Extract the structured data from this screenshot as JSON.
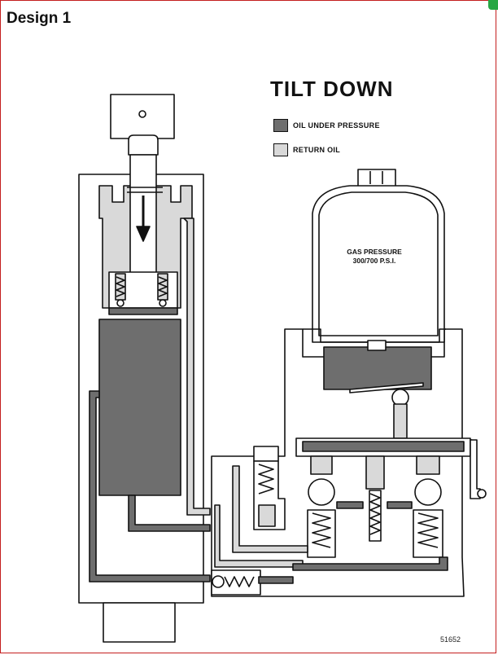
{
  "design_title": "Design 1",
  "main_title": "TILT DOWN",
  "legend": [
    {
      "label": "OIL UNDER PRESSURE",
      "color": "#6e6e6e"
    },
    {
      "label": "RETURN OIL",
      "color": "#d9d9d9"
    }
  ],
  "gas_pressure": {
    "line1": "GAS PRESSURE",
    "line2": "300/700 P.S.I."
  },
  "figure_number": "51652",
  "colors": {
    "pressure": "#6e6e6e",
    "return": "#d9d9d9",
    "stroke": "#111111",
    "frame": "#c41e1e",
    "corner": "#27a744"
  }
}
